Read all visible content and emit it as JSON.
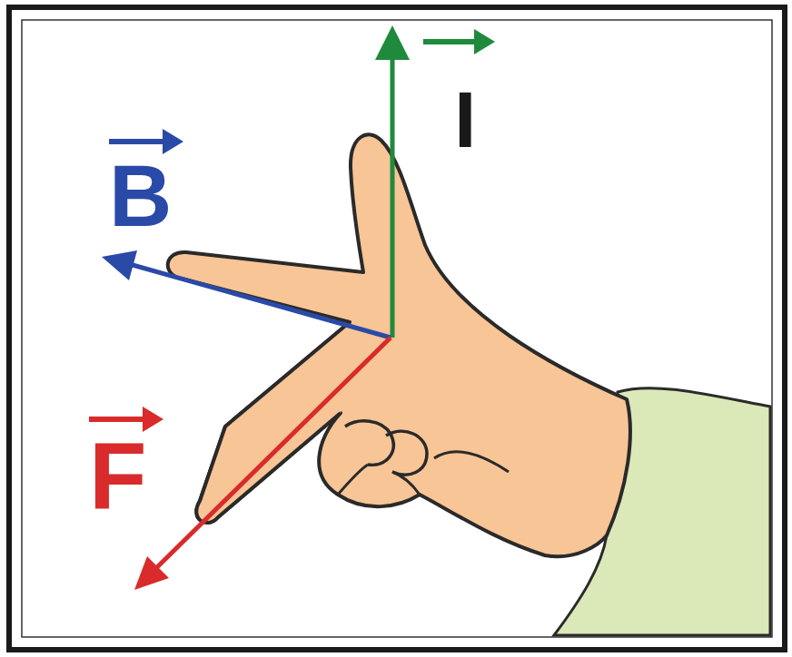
{
  "diagram": {
    "labels": [
      "B",
      "I",
      "F"
    ]
  }
}
